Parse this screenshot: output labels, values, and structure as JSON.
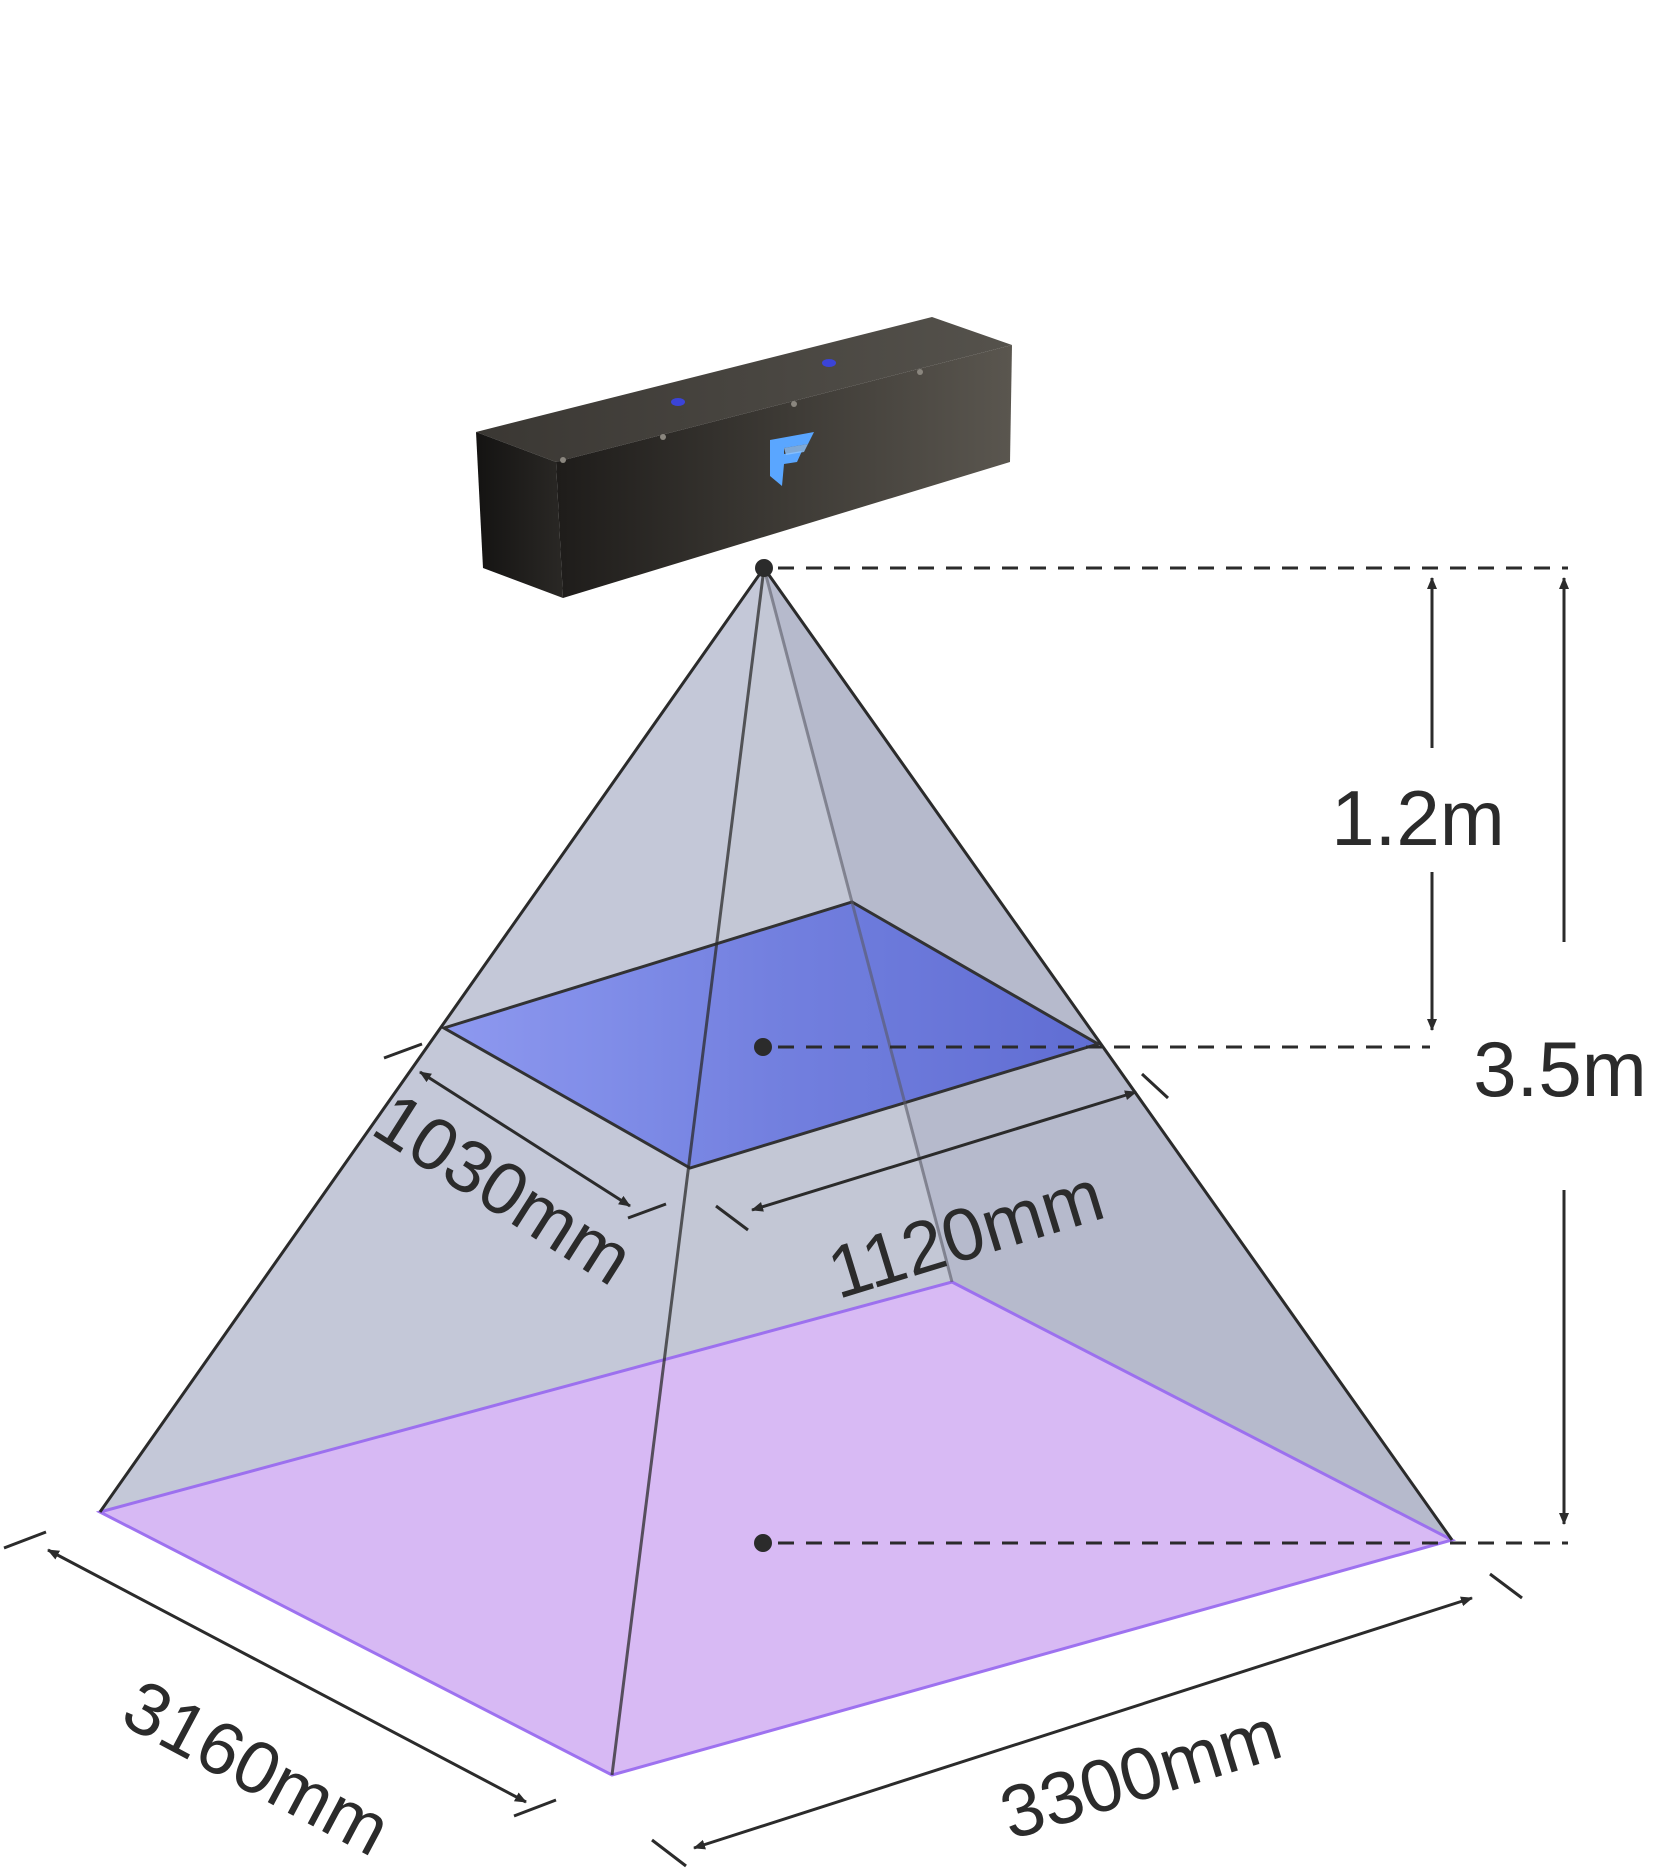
{
  "diagram": {
    "camera": {
      "logo_icon": "stylized-f-logo-icon"
    },
    "dimensions": {
      "height_near": "1.2m",
      "height_far": "3.5m",
      "near_depth": "1030mm",
      "near_width": "1120mm",
      "far_depth": "3160mm",
      "far_width": "3300mm"
    },
    "colors": {
      "camera_body": "#2a2825",
      "logo": "#5aa6ff",
      "frustum_left_face": "#c6cdea",
      "frustum_right_face": "#a5abc4",
      "near_plane": "#6b78e0",
      "far_plane": "#d8b8f5",
      "far_plane_edge": "#9a6cf0",
      "line": "#2b2b2b"
    }
  }
}
